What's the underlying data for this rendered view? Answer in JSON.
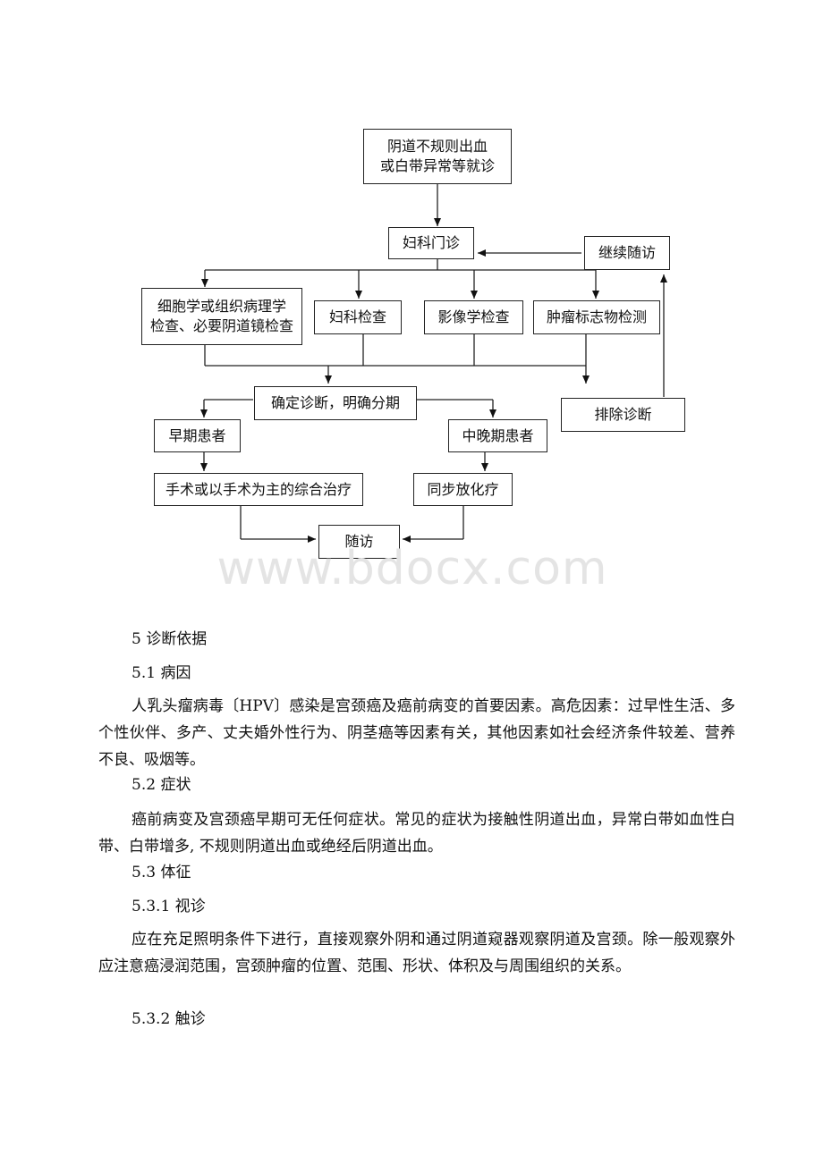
{
  "flowchart": {
    "start": [
      "阴道不规则出血",
      "或白带异常等就诊"
    ],
    "clinic": "妇科门诊",
    "follow_up_continue": "继续随访",
    "exam_cytology": [
      "细胞学或组织病理学",
      "检查、必要阴道镜检查"
    ],
    "exam_gyn": "妇科检查",
    "exam_imaging": "影像学检查",
    "exam_tumor_marker": "肿瘤标志物检测",
    "diagnosis": "确定诊断，明确分期",
    "exclude": "排除诊断",
    "early_patient": "早期患者",
    "late_patient": "中晚期患者",
    "early_treatment": "手术或以手术为主的综合治疗",
    "late_treatment": "同步放化疗",
    "follow_up": "随访"
  },
  "watermark": "www.bdocx.com",
  "sections": {
    "s5": "5 诊断依据",
    "s5_1": "5.1 病因",
    "s5_1_text": "人乳头瘤病毒〔HPV〕感染是宫颈癌及癌前病变的首要因素。高危因素：过早性生活、多个性伙伴、多产、丈夫婚外性行为、阴茎癌等因素有关，其他因素如社会经济条件较差、营养不良、吸烟等。",
    "s5_2": "5.2 症状",
    "s5_2_text": "癌前病变及宫颈癌早期可无任何症状。常见的症状为接触性阴道出血，异常白带如血性白带、白带增多, 不规则阴道出血或绝经后阴道出血。",
    "s5_3": "5.3 体征",
    "s5_3_1": "5.3.1 视诊",
    "s5_3_1_text": "应在充足照明条件下进行，直接观察外阴和通过阴道窥器观察阴道及宫颈。除一般观察外应注意癌浸润范围，宫颈肿瘤的位置、范围、形状、体积及与周围组织的关系。",
    "s5_3_2": "5.3.2 触诊"
  }
}
